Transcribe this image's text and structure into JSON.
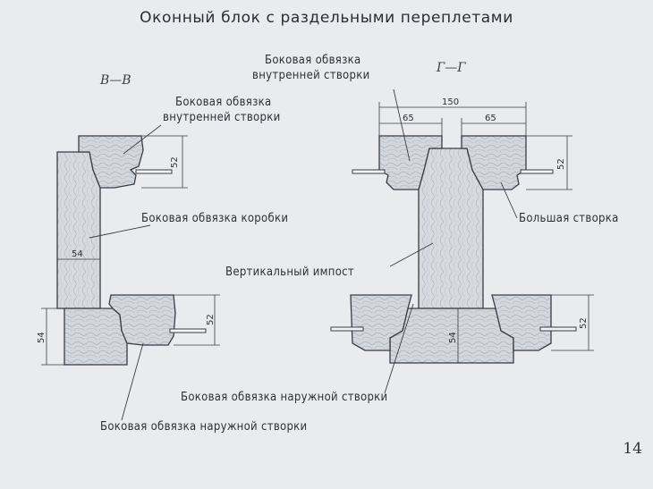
{
  "title": "Оконный блок с раздельными переплетами",
  "sections": {
    "left": "В—В",
    "right": "Г—Г"
  },
  "labels": {
    "inner_sash_left": [
      "Боковая обвязка",
      "внутренней створки"
    ],
    "inner_sash_right": [
      "Боковая обвязка",
      "внутренней створки"
    ],
    "frame_side": "Боковая обвязка коробки",
    "vertical_mullion": "Вертикальный импост",
    "large_sash": "Большая створка",
    "outer_sash_1": "Боковая обвязка наружной створки",
    "outer_sash_2": "Боковая обвязка наружной створки"
  },
  "dimensions": {
    "left_inner_height": "52",
    "left_frame_width": "54",
    "left_outer_height": "52",
    "left_bottom_height": "54",
    "right_total": "150",
    "right_left_part": "65",
    "right_right_part": "65",
    "right_top_height": "52",
    "right_outer_height": "52",
    "right_mullion_height": "54"
  },
  "page_number": "14",
  "colors": {
    "background": "#e9ebef",
    "wood_light": "#d2d6dc",
    "wood_dark": "#b8bcc4",
    "ink": "#2e3038"
  }
}
